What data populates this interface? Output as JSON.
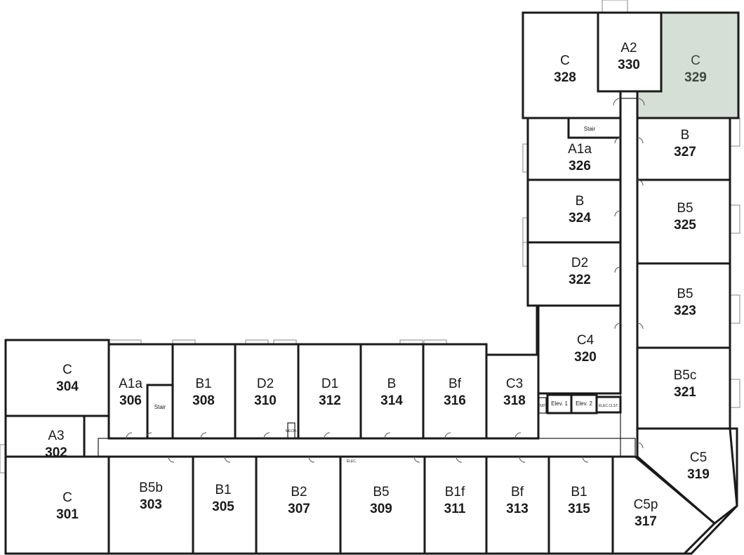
{
  "units": [
    {
      "id": "unit-304",
      "type": "C",
      "number": "304"
    },
    {
      "id": "unit-302",
      "type": "A3",
      "number": "302"
    },
    {
      "id": "unit-301",
      "type": "C",
      "number": "301"
    },
    {
      "id": "unit-306",
      "type": "A1a",
      "number": "306"
    },
    {
      "id": "unit-308",
      "type": "B1",
      "number": "308"
    },
    {
      "id": "unit-310",
      "type": "D2",
      "number": "310"
    },
    {
      "id": "unit-312",
      "type": "D1",
      "number": "312"
    },
    {
      "id": "unit-314",
      "type": "B",
      "number": "314"
    },
    {
      "id": "unit-316",
      "type": "Bf",
      "number": "316"
    },
    {
      "id": "unit-318",
      "type": "C3",
      "number": "318"
    },
    {
      "id": "unit-303",
      "type": "B5b",
      "number": "303"
    },
    {
      "id": "unit-305",
      "type": "B1",
      "number": "305"
    },
    {
      "id": "unit-307",
      "type": "B2",
      "number": "307"
    },
    {
      "id": "unit-309",
      "type": "B5",
      "number": "309"
    },
    {
      "id": "unit-311",
      "type": "B1f",
      "number": "311"
    },
    {
      "id": "unit-313",
      "type": "Bf",
      "number": "313"
    },
    {
      "id": "unit-315",
      "type": "B1",
      "number": "315"
    },
    {
      "id": "unit-317",
      "type": "C5p",
      "number": "317"
    },
    {
      "id": "unit-319",
      "type": "C5",
      "number": "319"
    },
    {
      "id": "unit-320",
      "type": "C4",
      "number": "320"
    },
    {
      "id": "unit-321",
      "type": "B5c",
      "number": "321"
    },
    {
      "id": "unit-322",
      "type": "D2",
      "number": "322"
    },
    {
      "id": "unit-323",
      "type": "B5",
      "number": "323"
    },
    {
      "id": "unit-324",
      "type": "B",
      "number": "324"
    },
    {
      "id": "unit-325",
      "type": "B5",
      "number": "325"
    },
    {
      "id": "unit-326",
      "type": "A1a",
      "number": "326"
    },
    {
      "id": "unit-327",
      "type": "B",
      "number": "327"
    },
    {
      "id": "unit-328",
      "type": "C",
      "number": "328"
    },
    {
      "id": "unit-329",
      "type": "C",
      "number": "329",
      "highlighted": true,
      "highlight_color": "#d6dfd6"
    },
    {
      "id": "unit-330",
      "type": "A2",
      "number": "330"
    }
  ],
  "service": {
    "stair_west": "Stair",
    "stair_north": "Stair",
    "elev_1": "Elev. 1",
    "elev_2": "Elev. 2",
    "elec_clst": "ELEC.CLST.",
    "elec": "ELEC.",
    "mech": "MECH.",
    "lanai": "LNDY"
  },
  "colors": {
    "highlight": "#d6dfd6",
    "wall": "#1a1a1a"
  }
}
